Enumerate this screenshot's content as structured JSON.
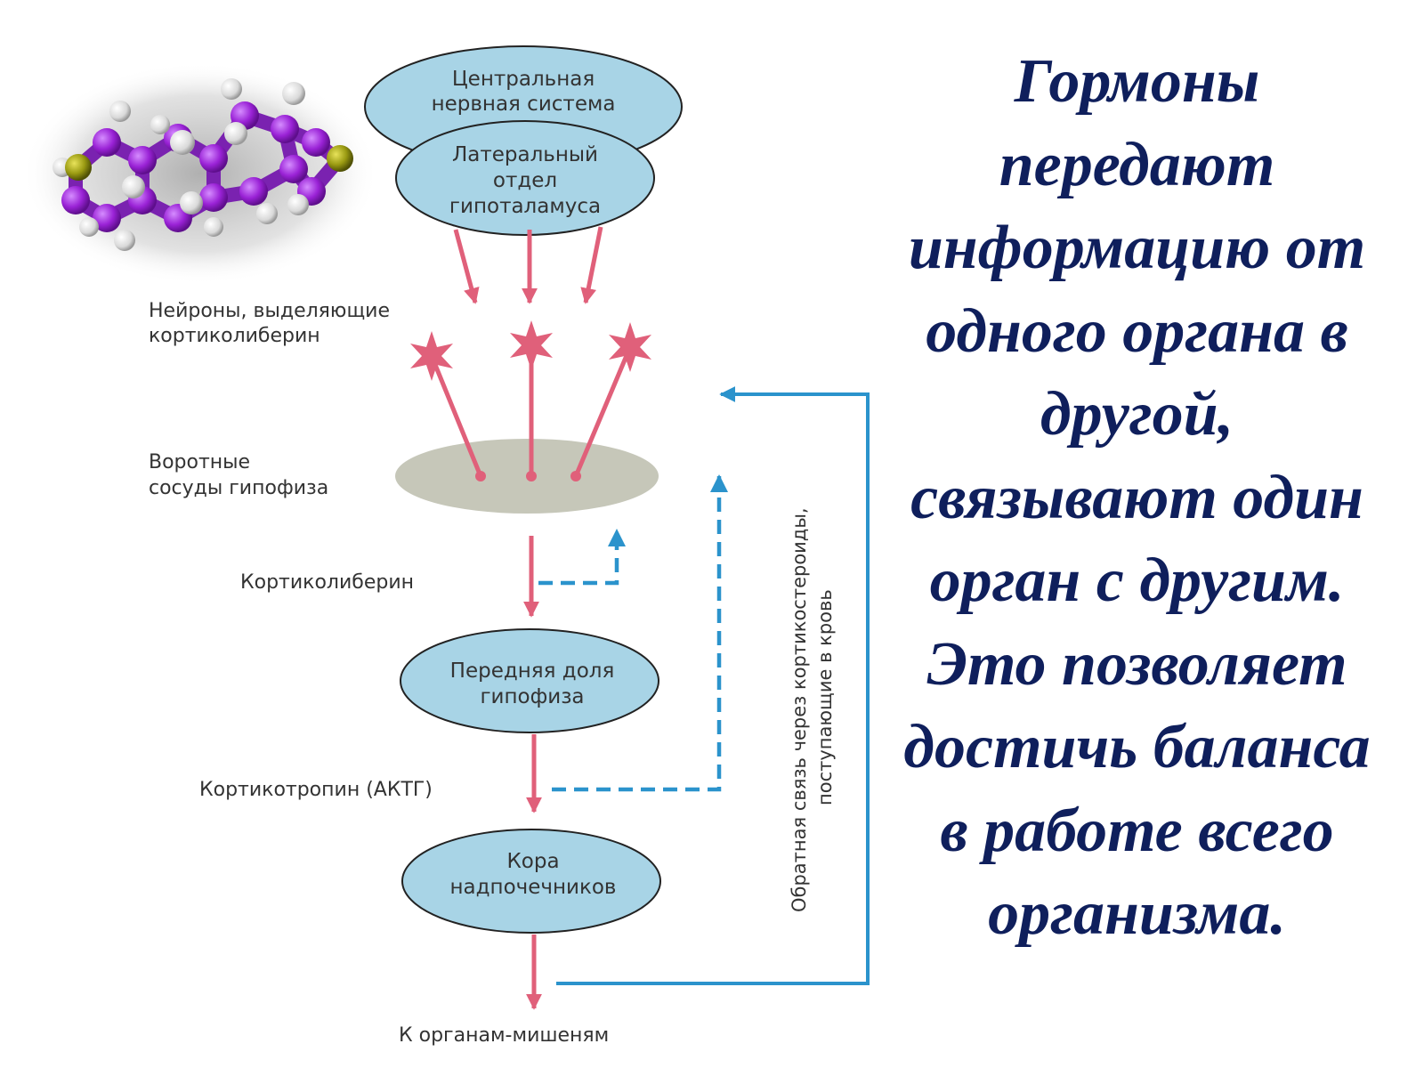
{
  "colors": {
    "node_fill": "#a8d4e6",
    "node_stroke": "#222222",
    "portal_fill": "#c6c7b9",
    "hormone_arrow": "#e0607a",
    "feedback_arrow": "#2b93cc",
    "headline": "#0f1f5c"
  },
  "icons": {
    "molecule": "steroid-molecule-icon",
    "neuron": "neuron-star-icon"
  },
  "nodes": {
    "cns": [
      "Центральная",
      "нервная система"
    ],
    "hypothalamus": [
      "Латеральный",
      "отдел",
      "гипоталамуса"
    ],
    "anterior_pituitary": [
      "Передняя доля",
      "гипофиза"
    ],
    "adrenal_cortex": [
      "Кора",
      "надпочечников"
    ]
  },
  "labels": {
    "neurons": [
      "Нейроны, выделяющие",
      "кортиколиберин"
    ],
    "portal_vessels": [
      "Воротные",
      "сосуды гипофиза"
    ],
    "corticoliberin": "Кортиколиберин",
    "corticotropin": "Кортикотропин (АКТГ)",
    "target_organs": "К органам-мишеням",
    "feedback": [
      "Обратная связь через кортикостероиды,",
      "поступающие в кровь"
    ]
  },
  "headline": [
    "Гормоны",
    "передают",
    "информацию от",
    "одного органа в",
    "другой,",
    "связывают один",
    "орган с другим.",
    "Это позволяет",
    "достичь баланса",
    "в работе всего",
    "организма."
  ]
}
